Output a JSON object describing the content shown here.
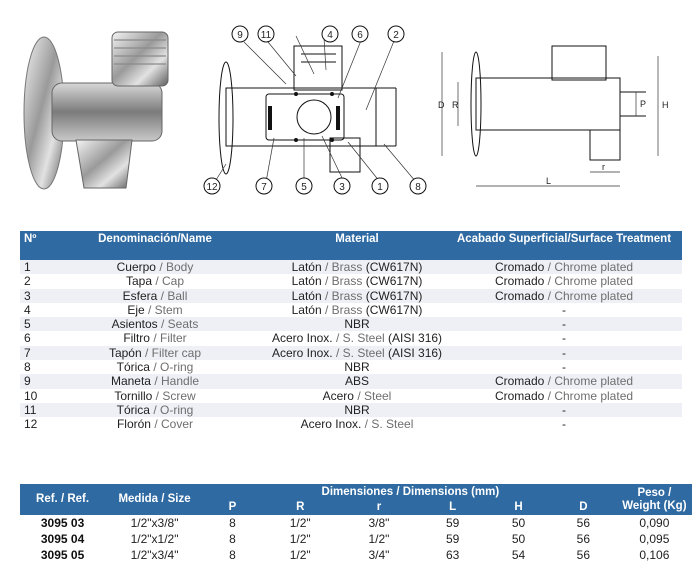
{
  "parts_table": {
    "headers": {
      "no": "Nº",
      "name": "Denominación/Name",
      "material": "Material",
      "finish": "Acabado Superficial/Surface Treatment"
    },
    "rows": [
      {
        "no": "1",
        "name_es": "Cuerpo",
        "name_en": "Body",
        "mat_es": "Latón",
        "mat_en": "Brass",
        "mat_code": "(CW617N)",
        "fin_es": "Cromado",
        "fin_en": "Chrome plated"
      },
      {
        "no": "2",
        "name_es": "Tapa",
        "name_en": "Cap",
        "mat_es": "Latón",
        "mat_en": "Brass",
        "mat_code": "(CW617N)",
        "fin_es": "Cromado",
        "fin_en": "Chrome plated"
      },
      {
        "no": "3",
        "name_es": "Esfera",
        "name_en": "Ball",
        "mat_es": "Latón",
        "mat_en": "Brass",
        "mat_code": "(CW617N)",
        "fin_es": "Cromado",
        "fin_en": "Chrome plated"
      },
      {
        "no": "4",
        "name_es": "Eje",
        "name_en": "Stem",
        "mat_es": "Latón",
        "mat_en": "Brass",
        "mat_code": "(CW617N)",
        "fin_es": "",
        "fin_en": "",
        "fin_plain": "-"
      },
      {
        "no": "5",
        "name_es": "Asientos",
        "name_en": "Seats",
        "mat_plain": "NBR",
        "fin_plain": "-"
      },
      {
        "no": "6",
        "name_es": "Filtro",
        "name_en": "Filter",
        "mat_es": "Acero Inox.",
        "mat_en": "S. Steel",
        "mat_code": "(AISI 316)",
        "fin_plain": "-"
      },
      {
        "no": "7",
        "name_es": "Tapón",
        "name_en": "Filter cap",
        "mat_es": "Acero Inox.",
        "mat_en": "S. Steel",
        "mat_code": "(AISI 316)",
        "fin_plain": "-"
      },
      {
        "no": "8",
        "name_es": "Tórica",
        "name_en": "O-ring",
        "mat_plain": "NBR",
        "fin_plain": "-"
      },
      {
        "no": "9",
        "name_es": "Maneta",
        "name_en": "Handle",
        "mat_plain": "ABS",
        "fin_es": "Cromado",
        "fin_en": "Chrome plated"
      },
      {
        "no": "10",
        "name_es": "Tornillo",
        "name_en": "Screw",
        "mat_es": "Acero",
        "mat_en": "Steel",
        "mat_code": "",
        "fin_es": "Cromado",
        "fin_en": "Chrome plated"
      },
      {
        "no": "11",
        "name_es": "Tórica",
        "name_en": "O-ring",
        "mat_plain": "NBR",
        "fin_plain": "-"
      },
      {
        "no": "12",
        "name_es": "Florón",
        "name_en": "Cover",
        "mat_es": "Acero Inox.",
        "mat_en": "S. Steel",
        "mat_code": "",
        "fin_plain": "-"
      }
    ]
  },
  "dims_table": {
    "headers": {
      "ref": "Ref. / Ref.",
      "size": "Medida / Size",
      "dimensions": "Dimensiones / Dimensions (mm)",
      "weight": "Peso / Weight (Kg)",
      "cols": [
        "P",
        "R",
        "r",
        "L",
        "H",
        "D"
      ]
    },
    "rows": [
      {
        "ref": "3095 03",
        "size": "1/2\"x3/8\"",
        "P": "8",
        "R": "1/2\"",
        "r": "3/8\"",
        "L": "59",
        "H": "50",
        "D": "56",
        "weight": "0,090"
      },
      {
        "ref": "3095 04",
        "size": "1/2\"x1/2\"",
        "P": "8",
        "R": "1/2\"",
        "r": "1/2\"",
        "L": "59",
        "H": "50",
        "D": "56",
        "weight": "0,095"
      },
      {
        "ref": "3095 05",
        "size": "1/2\"x3/4\"",
        "P": "8",
        "R": "1/2\"",
        "r": "3/4\"",
        "L": "63",
        "H": "54",
        "D": "56",
        "weight": "0,106"
      }
    ]
  },
  "drawing": {
    "balloons": [
      "9",
      "11",
      "4",
      "6",
      "2",
      "12",
      "7",
      "5",
      "3",
      "1",
      "8"
    ],
    "dim_labels": {
      "D": "D",
      "R": "R",
      "P": "P",
      "H": "H",
      "r": "r",
      "L": "L"
    }
  }
}
